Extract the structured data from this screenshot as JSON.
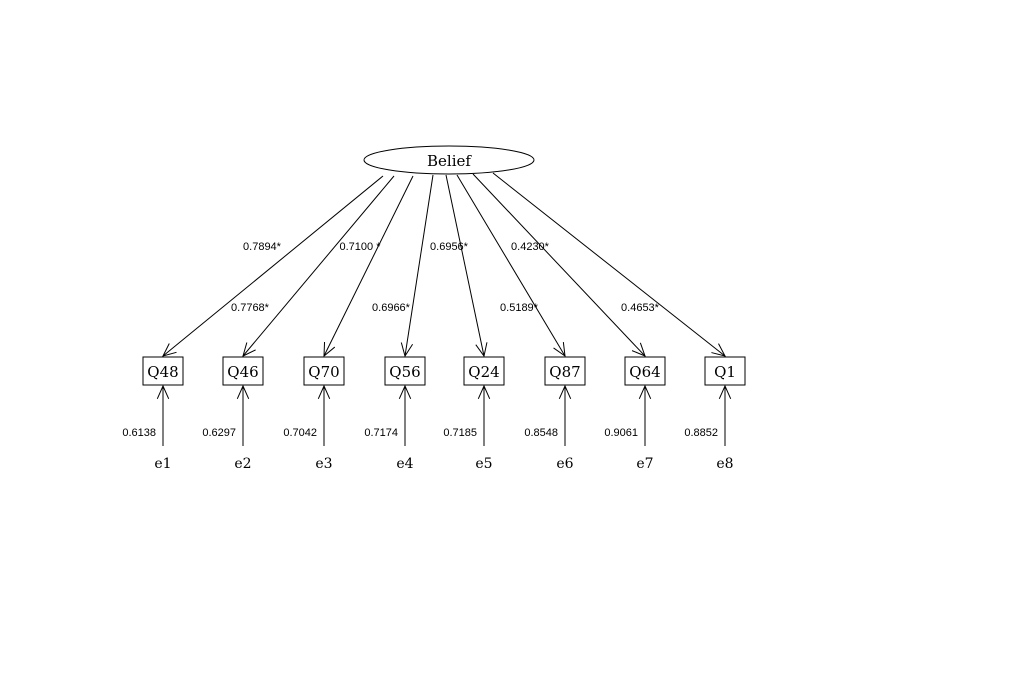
{
  "latent": {
    "label": "Belief"
  },
  "indicators": [
    {
      "label": "Q48",
      "loading": "0.7894*",
      "error_label": "e1",
      "error_variance": "0.6138"
    },
    {
      "label": "Q46",
      "loading": "0.7768*",
      "error_label": "e2",
      "error_variance": "0.6297"
    },
    {
      "label": "Q70",
      "loading": "0.7100 *",
      "error_label": "e3",
      "error_variance": "0.7042"
    },
    {
      "label": "Q56",
      "loading": "0.6966*",
      "error_label": "e4",
      "error_variance": "0.7174"
    },
    {
      "label": "Q24",
      "loading": "0.6956*",
      "error_label": "e5",
      "error_variance": "0.7185"
    },
    {
      "label": "Q87",
      "loading": "0.5189*",
      "error_label": "e6",
      "error_variance": "0.8548"
    },
    {
      "label": "Q64",
      "loading": "0.4230*",
      "error_label": "e7",
      "error_variance": "0.9061"
    },
    {
      "label": "Q1",
      "loading": "0.4653*",
      "error_label": "e8",
      "error_variance": "0.8852"
    }
  ],
  "colors": {
    "stroke": "#000000",
    "background": "#ffffff"
  }
}
